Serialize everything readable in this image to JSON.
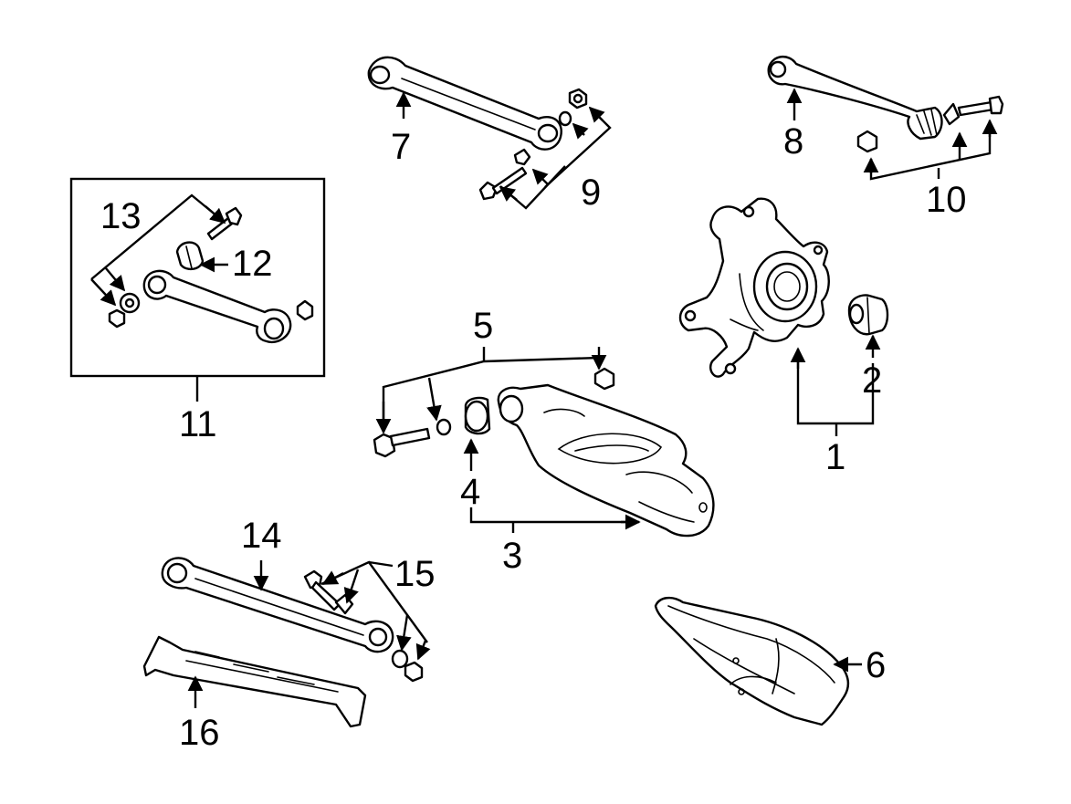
{
  "diagram": {
    "callouts": [
      {
        "id": "c1",
        "text": "1"
      },
      {
        "id": "c2",
        "text": "2"
      },
      {
        "id": "c3",
        "text": "3"
      },
      {
        "id": "c4",
        "text": "4"
      },
      {
        "id": "c5",
        "text": "5"
      },
      {
        "id": "c6",
        "text": "6"
      },
      {
        "id": "c7",
        "text": "7"
      },
      {
        "id": "c8",
        "text": "8"
      },
      {
        "id": "c9",
        "text": "9"
      },
      {
        "id": "c10",
        "text": "10"
      },
      {
        "id": "c11",
        "text": "11"
      },
      {
        "id": "c12",
        "text": "12"
      },
      {
        "id": "c13",
        "text": "13"
      },
      {
        "id": "c14",
        "text": "14"
      },
      {
        "id": "c15",
        "text": "15"
      },
      {
        "id": "c16",
        "text": "16"
      }
    ]
  }
}
